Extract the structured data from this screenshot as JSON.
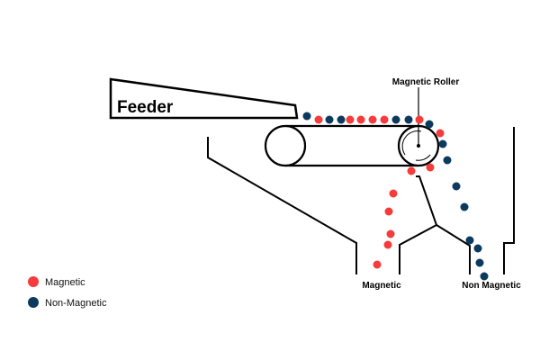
{
  "diagram": {
    "feeder_label": "Feeder",
    "roller_label": "Magnetic Roller",
    "bin_magnetic_label": "Magnetic",
    "bin_non_magnetic_label": "Non Magnetic"
  },
  "legend": {
    "items": [
      {
        "label": "Magnetic",
        "color": "#f53b3b"
      },
      {
        "label": "Non-Magnetic",
        "color": "#0b3a5e"
      }
    ]
  },
  "colors": {
    "magnetic": "#f53b3b",
    "non_magnetic": "#0b3a5e",
    "line": "#000000"
  }
}
